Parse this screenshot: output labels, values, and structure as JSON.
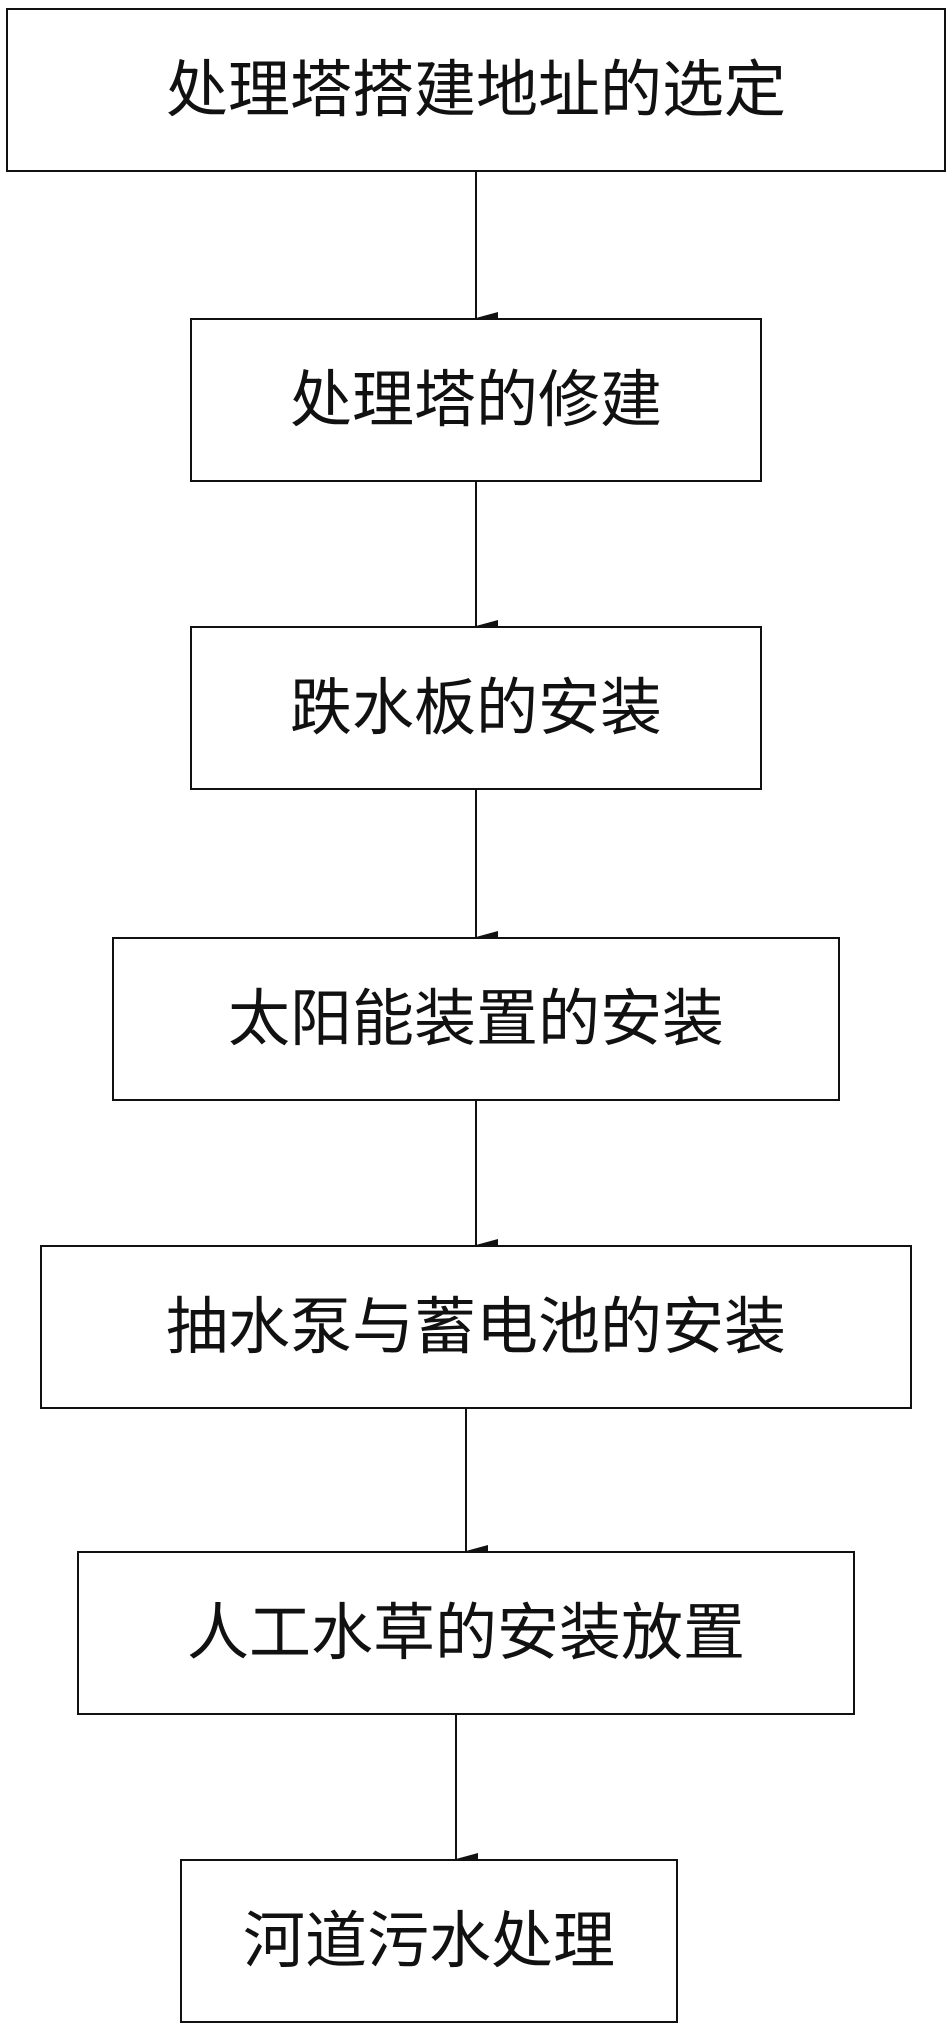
{
  "flowchart": {
    "steps": [
      {
        "label": "处理塔搭建地址的选定"
      },
      {
        "label": "处理塔的修建"
      },
      {
        "label": "跌水板的安装"
      },
      {
        "label": "太阳能装置的安装"
      },
      {
        "label": "抽水泵与蓄电池的安装"
      },
      {
        "label": "人工水草的安装放置"
      },
      {
        "label": "河道污水处理"
      }
    ],
    "line_color": "#111111"
  }
}
